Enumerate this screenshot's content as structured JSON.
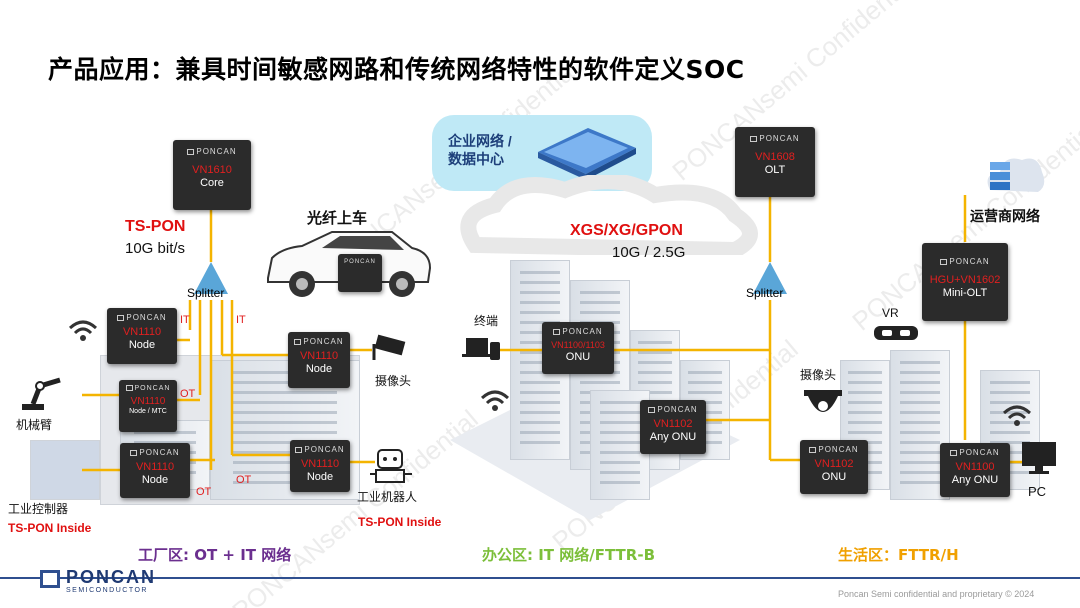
{
  "title": "产品应用：兼具时间敏感网路和传统网络特性的软件定义SOC",
  "watermark": "PONCANsemi Confidential",
  "brand_chip": "PONCAN",
  "cloud_label": "企业网络 /\n数据中心",
  "car_label": "光纤上车",
  "car_chip": "PONCAN",
  "ts_pon": {
    "name": "TS-PON",
    "speed": "10G bit/s"
  },
  "xgs": {
    "name": "XGS/XG/GPON",
    "speed": "10G / 2.5G"
  },
  "carrier_label": "运营商网络",
  "splitter_label": "Splitter",
  "it_label": "IT",
  "ot_label": "OT",
  "chips": {
    "core": {
      "model": "VN1610",
      "role": "Core"
    },
    "olt": {
      "model": "VN1608",
      "role": "OLT"
    },
    "mini_olt": {
      "model": "HGU+VN1602",
      "role": "Mini-OLT"
    },
    "node1": {
      "model": "VN1110",
      "role": "Node"
    },
    "node2": {
      "model": "VN1110",
      "role": "Node / MTC"
    },
    "node3": {
      "model": "VN1110",
      "role": "Node"
    },
    "node4": {
      "model": "VN1110",
      "role": "Node"
    },
    "node5": {
      "model": "VN1110",
      "role": "Node"
    },
    "office_onu": {
      "model": "VN1100/1103",
      "role": "ONU"
    },
    "office_any": {
      "model": "VN1102",
      "role": "Any ONU"
    },
    "life_onu": {
      "model": "VN1102",
      "role": "ONU"
    },
    "life_any": {
      "model": "VN1100",
      "role": "Any ONU"
    }
  },
  "devices": {
    "robot_arm": "机械臂",
    "controller": "工业控制器",
    "camera1": "摄像头",
    "robot": "工业机器人",
    "terminal": "终端",
    "camera2": "摄像头",
    "vr": "VR",
    "pc": "PC"
  },
  "ts_inside_1": "TS-PON Inside",
  "ts_inside_2": "TS-PON Inside",
  "zones": {
    "factory": "工厂区: OT + IT 网络",
    "office": "办公区: IT 网络/FTTR-B",
    "life": "生活区：FTTR/H"
  },
  "footer": {
    "logo": "PONCAN",
    "logo_sub": "SEMICONDUCTOR",
    "copyright": "Poncan Semi confidential and proprietary © 2024"
  },
  "colors": {
    "wire": "#f4b400",
    "chip_model": "#e02020",
    "factory_zone": "#6b2f8f",
    "office_zone": "#7cbf3a",
    "life_zone": "#f0a000",
    "splitter": "#5aa6d8"
  }
}
